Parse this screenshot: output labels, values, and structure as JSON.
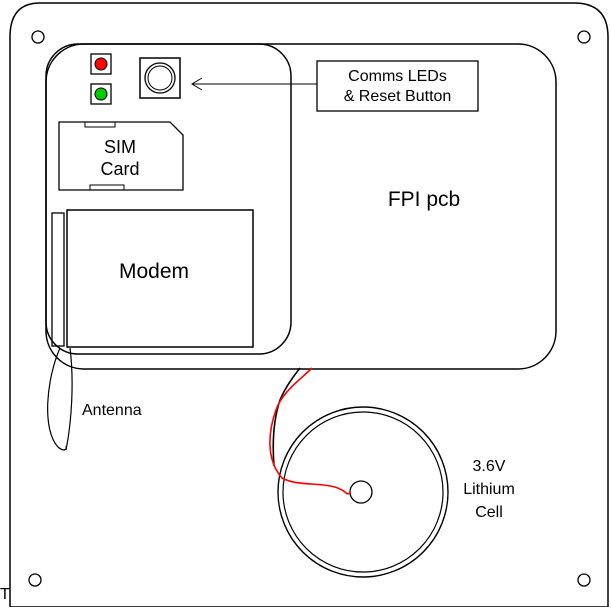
{
  "labels": {
    "comms_line1": "Comms LEDs",
    "comms_line2": "& Reset Button",
    "sim_line1": "SIM",
    "sim_line2": "Card",
    "fpi_pcb": "FPI pcb",
    "modem": "Modem",
    "antenna": "Antenna",
    "cell_line1": "3.6V",
    "cell_line2": "Lithium",
    "cell_line3": "Cell",
    "edge_fragment": "T"
  },
  "colors": {
    "stroke": "#000000",
    "led_red": "#ff0000",
    "led_green": "#00cc00",
    "wire_red": "#ff0000",
    "wire_black": "#000000",
    "background": "#ffffff"
  }
}
